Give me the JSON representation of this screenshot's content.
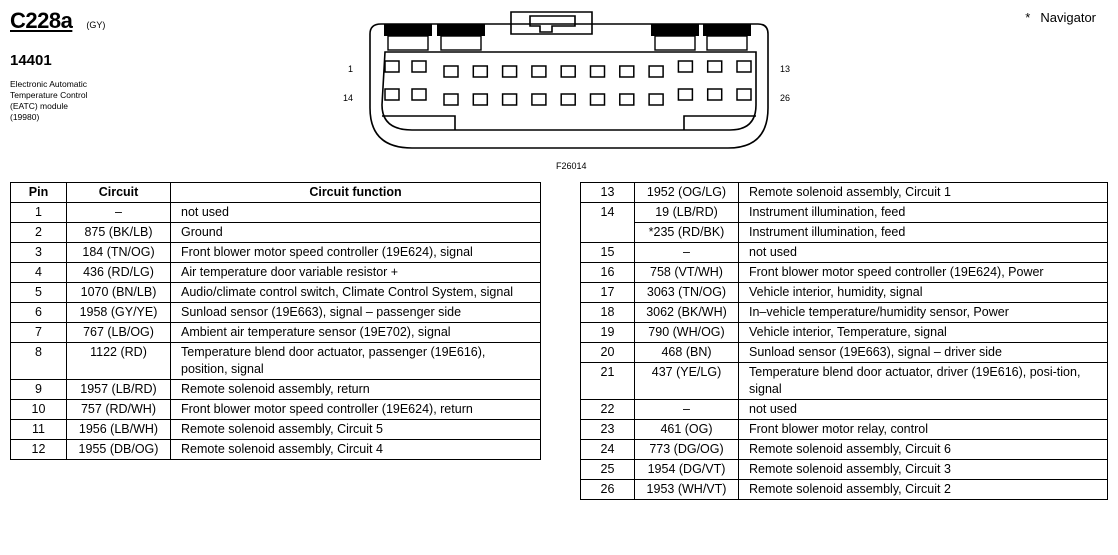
{
  "connector": {
    "code": "C228a",
    "color": "(GY)",
    "part_number": "14401",
    "description": [
      "Electronic Automatic",
      "Temperature Control",
      "(EATC) module",
      "(19980)"
    ],
    "note_symbol": "*",
    "note_text": "Navigator",
    "figure_id": "F26014",
    "pin_labels": {
      "top_left": "1",
      "top_right": "13",
      "bottom_left": "14",
      "bottom_right": "26"
    }
  },
  "table": {
    "headers": [
      "Pin",
      "Circuit",
      "Circuit function"
    ],
    "left_rows": [
      {
        "pin": "1",
        "circuit": "–",
        "function": "not used"
      },
      {
        "pin": "2",
        "circuit": "875 (BK/LB)",
        "function": "Ground"
      },
      {
        "pin": "3",
        "circuit": "184 (TN/OG)",
        "function": "Front blower motor speed controller (19E624), signal"
      },
      {
        "pin": "4",
        "circuit": "436 (RD/LG)",
        "function": "Air temperature door variable resistor +"
      },
      {
        "pin": "5",
        "circuit": "1070 (BN/LB)",
        "function": "Audio/climate control switch, Climate Control System, signal"
      },
      {
        "pin": "6",
        "circuit": "1958 (GY/YE)",
        "function": "Sunload sensor (19E663), signal – passenger side"
      },
      {
        "pin": "7",
        "circuit": "767 (LB/OG)",
        "function": "Ambient air temperature sensor (19E702), signal"
      },
      {
        "pin": "8",
        "circuit": "1122 (RD)",
        "function": "Temperature blend door actuator, passenger (19E616), position, signal"
      },
      {
        "pin": "9",
        "circuit": "1957 (LB/RD)",
        "function": "Remote solenoid assembly, return"
      },
      {
        "pin": "10",
        "circuit": "757 (RD/WH)",
        "function": "Front blower motor speed controller (19E624), return"
      },
      {
        "pin": "11",
        "circuit": "1956 (LB/WH)",
        "function": "Remote solenoid assembly, Circuit 5"
      },
      {
        "pin": "12",
        "circuit": "1955 (DB/OG)",
        "function": "Remote solenoid assembly, Circuit 4"
      }
    ],
    "right_rows": [
      {
        "pin": "13",
        "circuit": "1952 (OG/LG)",
        "function": "Remote solenoid assembly, Circuit 1"
      },
      {
        "pin": "14",
        "circuit": "19 (LB/RD)",
        "function": "Instrument illumination, feed"
      },
      {
        "pin": "",
        "circuit": "*235 (RD/BK)",
        "function": "Instrument illumination, feed"
      },
      {
        "pin": "15",
        "circuit": "–",
        "function": "not used"
      },
      {
        "pin": "16",
        "circuit": "758 (VT/WH)",
        "function": "Front blower motor speed controller (19E624), Power"
      },
      {
        "pin": "17",
        "circuit": "3063 (TN/OG)",
        "function": "Vehicle interior, humidity, signal"
      },
      {
        "pin": "18",
        "circuit": "3062 (BK/WH)",
        "function": "In–vehicle temperature/humidity sensor, Power"
      },
      {
        "pin": "19",
        "circuit": "790 (WH/OG)",
        "function": "Vehicle interior, Temperature, signal"
      },
      {
        "pin": "20",
        "circuit": "468 (BN)",
        "function": "Sunload sensor (19E663), signal – driver side"
      },
      {
        "pin": "21",
        "circuit": "437 (YE/LG)",
        "function": "Temperature blend door actuator, driver (19E616), posi-tion, signal"
      },
      {
        "pin": "22",
        "circuit": "–",
        "function": "not used"
      },
      {
        "pin": "23",
        "circuit": "461 (OG)",
        "function": "Front blower motor relay, control"
      },
      {
        "pin": "24",
        "circuit": "773 (DG/OG)",
        "function": "Remote solenoid assembly, Circuit 6"
      },
      {
        "pin": "25",
        "circuit": "1954 (DG/VT)",
        "function": "Remote solenoid assembly, Circuit 3"
      },
      {
        "pin": "26",
        "circuit": "1953 (WH/VT)",
        "function": "Remote solenoid assembly, Circuit 2"
      }
    ]
  }
}
